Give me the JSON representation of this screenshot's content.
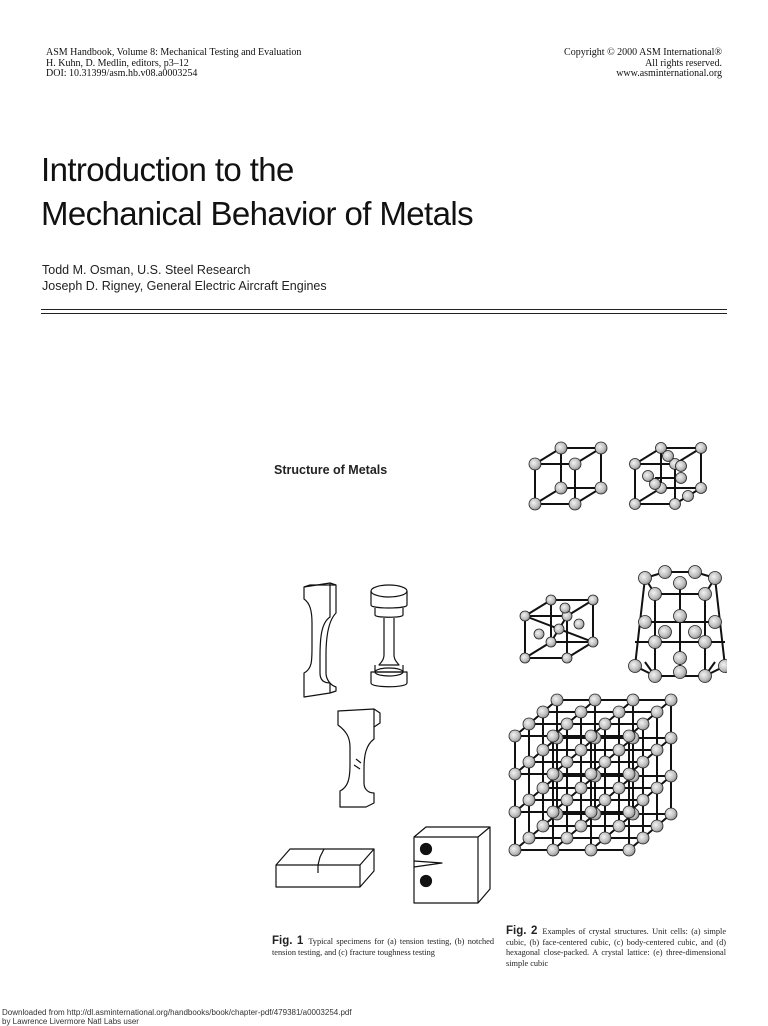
{
  "header": {
    "left": [
      "ASM Handbook, Volume 8: Mechanical Testing and Evaluation",
      "H. Kuhn, D. Medlin, editors, p3–12",
      "DOI: 10.31399/asm.hb.v08.a0003254"
    ],
    "right": [
      "Copyright © 2000 ASM International®",
      "All rights reserved.",
      "www.asminternational.org"
    ]
  },
  "title": [
    "Introduction to the",
    "Mechanical Behavior of Metals"
  ],
  "authors": [
    "Todd M. Osman, U.S. Steel Research",
    "Joseph D. Rigney, General Electric Aircraft Engines"
  ],
  "section_heading": "Structure of Metals",
  "fig1": {
    "label": "Fig. 1",
    "caption": "Typical specimens for (a) tension testing, (b) notched tension testing, and (c) fracture toughness testing"
  },
  "fig2": {
    "label": "Fig. 2",
    "caption": "Examples of crystal structures. Unit cells: (a) simple cubic, (b) face-centered cubic, (c) body-centered cubic, and (d) hexagonal close-packed. A crystal lattice: (e) three-dimensional simple cubic"
  },
  "footer": [
    "Downloaded from http://dl.asminternational.org/handbooks/book/chapter-pdf/479381/a0003254.pdf",
    "by Lawrence Livermore Natl Labs user"
  ]
}
